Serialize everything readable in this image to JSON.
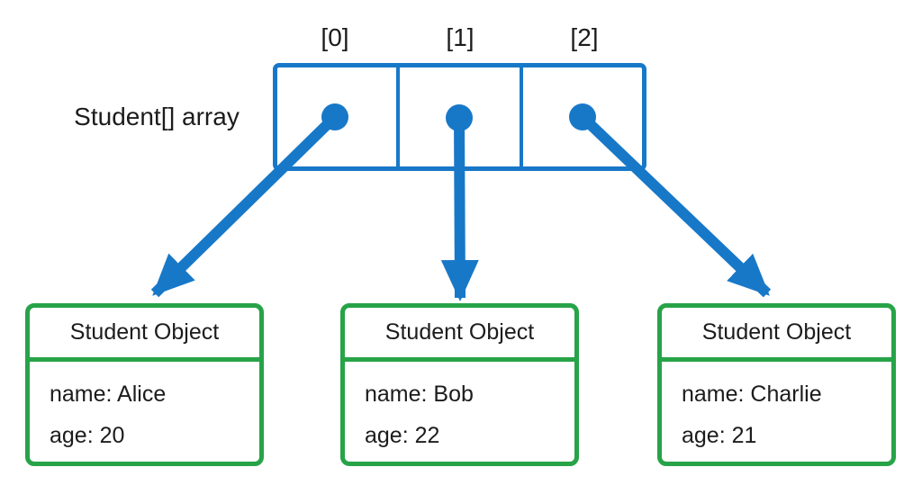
{
  "diagram": {
    "array_label": "Student[] array",
    "indices": [
      "[0]",
      "[1]",
      "[2]"
    ],
    "objects": [
      {
        "title": "Student Object",
        "fields": [
          "name: Alice",
          "age: 20"
        ]
      },
      {
        "title": "Student Object",
        "fields": [
          "name: Bob",
          "age: 22"
        ]
      },
      {
        "title": "Student Object",
        "fields": [
          "name: Charlie",
          "age: 21"
        ]
      }
    ],
    "colors": {
      "array_stroke": "#1878c8",
      "arrow": "#1878c8",
      "object_stroke": "#27a348",
      "text": "#1c1c1c"
    }
  }
}
